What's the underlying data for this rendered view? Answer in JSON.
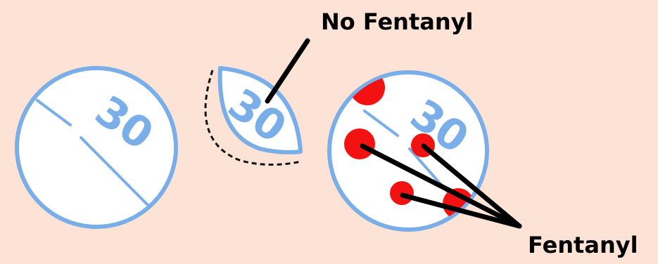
{
  "labels": {
    "no_fentanyl": "No Fentanyl",
    "fentanyl": "Fentanyl"
  },
  "pills": {
    "whole_pill_number": "30",
    "fragment_number": "30",
    "contaminated_pill_number": "30"
  },
  "colors": {
    "background": "#fde3d6",
    "pill_fill": "#ffffff",
    "pill_outline": "#7aaee8",
    "fentanyl_dot": "#f21212",
    "pointer_line": "#000000"
  }
}
